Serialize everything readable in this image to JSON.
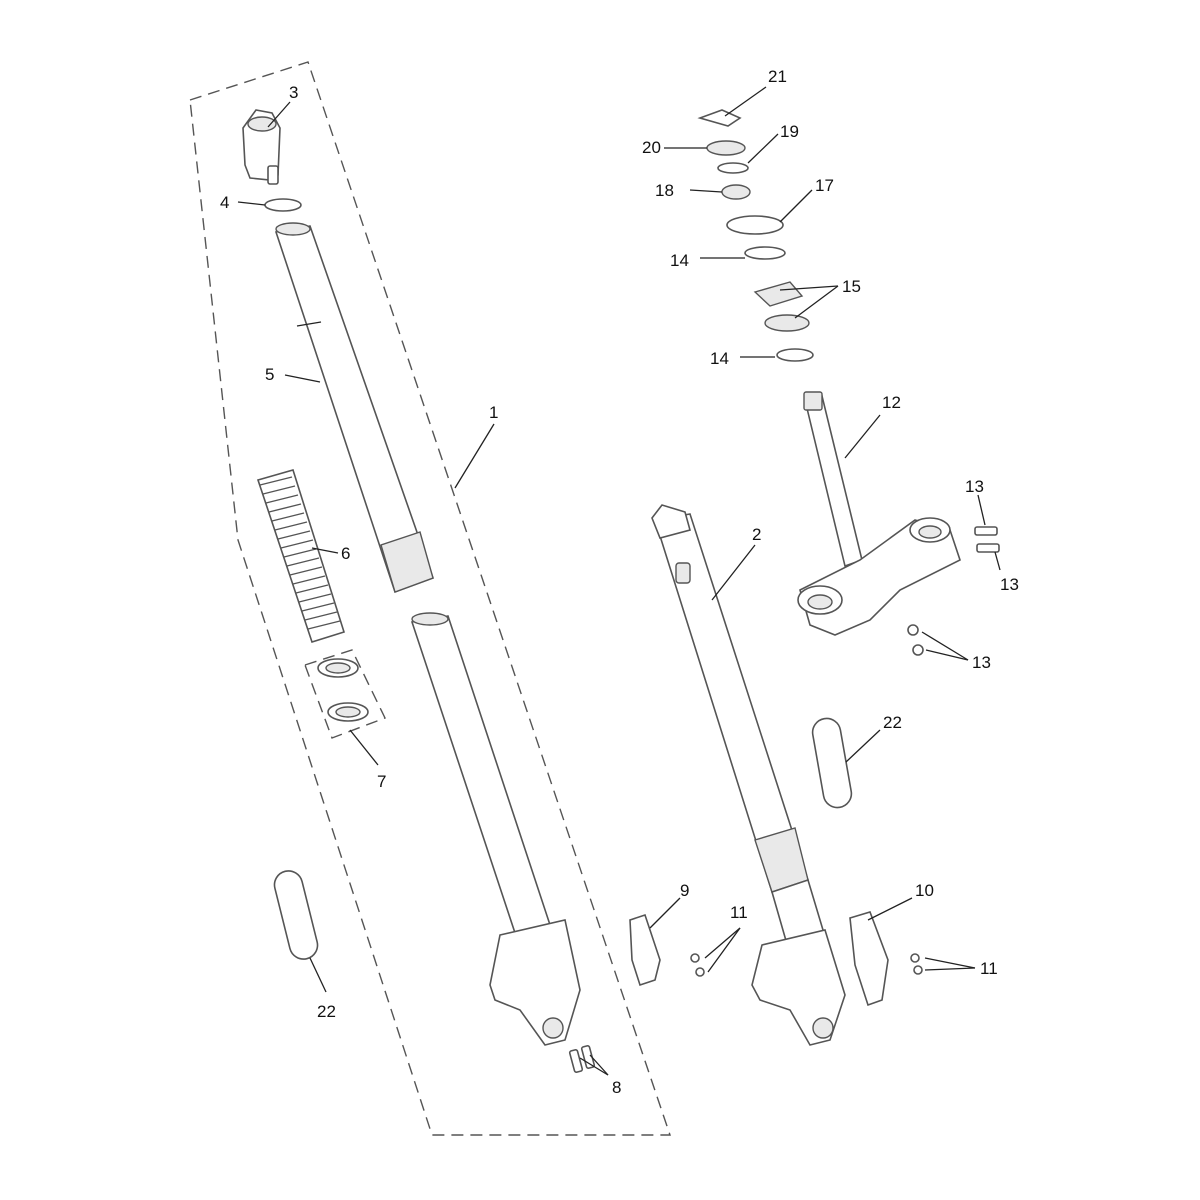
{
  "callouts": [
    {
      "label": "1"
    },
    {
      "label": "2"
    },
    {
      "label": "3"
    },
    {
      "label": "4"
    },
    {
      "label": "5"
    },
    {
      "label": "6"
    },
    {
      "label": "7"
    },
    {
      "label": "8"
    },
    {
      "label": "9"
    },
    {
      "label": "10"
    },
    {
      "label": "11"
    },
    {
      "label": "11"
    },
    {
      "label": "12"
    },
    {
      "label": "13"
    },
    {
      "label": "13"
    },
    {
      "label": "13"
    },
    {
      "label": "14"
    },
    {
      "label": "14"
    },
    {
      "label": "15"
    },
    {
      "label": "17"
    },
    {
      "label": "18"
    },
    {
      "label": "19"
    },
    {
      "label": "20"
    },
    {
      "label": "21"
    },
    {
      "label": "22"
    },
    {
      "label": "22"
    }
  ],
  "colors": {
    "line": "#555555",
    "text": "#111111",
    "background": "#ffffff"
  }
}
